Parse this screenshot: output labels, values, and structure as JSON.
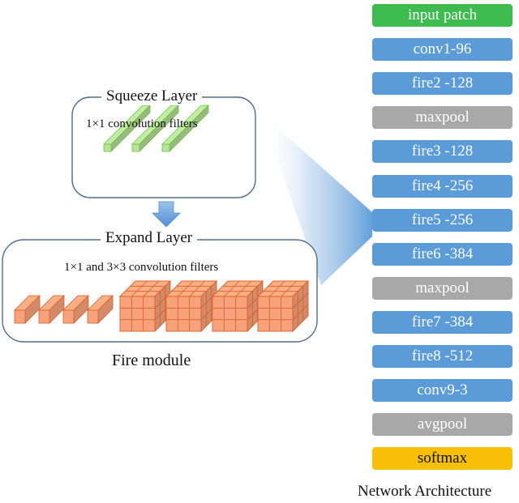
{
  "fire_module": {
    "caption": "Fire module",
    "squeeze": {
      "title": "Squeeze Layer",
      "subtitle": "1×1 convolution filters"
    },
    "expand": {
      "title": "Expand Layer",
      "subtitle": "1×1 and 3×3 convolution filters"
    }
  },
  "network": {
    "caption": "Network Architecture",
    "highlighted_layer": "fire5 -256",
    "layers": [
      {
        "label": "input patch",
        "kind": "input"
      },
      {
        "label": "conv1-96",
        "kind": "conv"
      },
      {
        "label": "fire2 -128",
        "kind": "conv"
      },
      {
        "label": "maxpool",
        "kind": "pool"
      },
      {
        "label": "fire3 -128",
        "kind": "conv"
      },
      {
        "label": "fire4 -256",
        "kind": "conv"
      },
      {
        "label": "fire5 -256",
        "kind": "conv"
      },
      {
        "label": "fire6 -384",
        "kind": "conv"
      },
      {
        "label": "maxpool",
        "kind": "pool"
      },
      {
        "label": "fire7 -384",
        "kind": "conv"
      },
      {
        "label": "fire8 -512",
        "kind": "conv"
      },
      {
        "label": "conv9-3",
        "kind": "conv"
      },
      {
        "label": "avgpool",
        "kind": "pool"
      },
      {
        "label": "softmax",
        "kind": "output"
      }
    ]
  },
  "colors": {
    "input": "#3dbb4f",
    "conv": "#5b9bd8",
    "pool": "#a8a8a8",
    "output": "#f8bf08",
    "squeeze_filter": "#b9e39a",
    "expand_filter": "#f7a27a",
    "box_border": "#4e6d8c"
  }
}
